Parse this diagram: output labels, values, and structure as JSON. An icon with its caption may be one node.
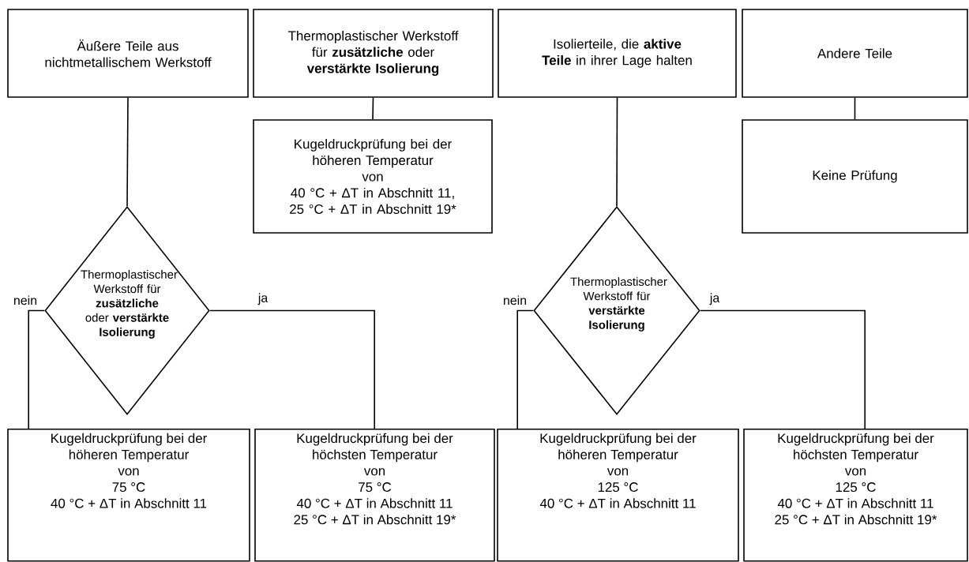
{
  "diagram": {
    "nodes": [
      {
        "text": [
          "Äußere Teile aus nichtmetallischem Werkstoff"
        ]
      },
      {
        "text": [
          "Thermoplastischer Werkstoff für **zusätzliche** oder **verstärkte Isolierung**"
        ]
      },
      {
        "text": [
          "Isolierteile, die **aktive Teile** in ihrer Lage halten"
        ]
      },
      {
        "text": [
          "Andere Teile"
        ]
      },
      {
        "text": [
          "Kugeldruckprüfung bei der höheren Temperatur",
          "von",
          "40 °C + ΔT in Abschnitt 11,",
          "25 °C + ΔT in Abschnitt 19*"
        ]
      },
      {
        "text": [
          "Keine Prüfung"
        ]
      },
      {
        "text": [
          "Thermoplastischer Werkstoff für **zusätzliche** oder **verstärkte Isolierung**"
        ]
      },
      {
        "text": [
          "Thermoplastischer Werkstoff für **verstärkte Isolierung**"
        ]
      },
      {
        "text": [
          "Kugeldruckprüfung bei der höheren Temperatur",
          "von",
          "75 °C",
          "40 °C + ΔT in Abschnitt 11"
        ]
      },
      {
        "text": [
          "Kugeldruckprüfung bei der höchsten Temperatur",
          "von",
          "75 °C",
          "40 °C + ΔT in Abschnitt 11",
          "25 °C + ΔT in Abschnitt 19*"
        ]
      },
      {
        "text": [
          "Kugeldruckprüfung bei der höheren Temperatur",
          "von",
          "125 °C",
          "40 °C + ΔT in Abschnitt 11"
        ]
      },
      {
        "text": [
          "Kugeldruckprüfung bei der höchsten Temperatur",
          "von",
          "125 °C",
          "40 °C + ΔT in Abschnitt 11",
          "25 °C + ΔT in Abschnitt 19*"
        ]
      }
    ],
    "edges": [
      {
        "from": 0,
        "to": 6,
        "arrow": "none"
      },
      {
        "from": 1,
        "to": 4,
        "arrow": "none"
      },
      {
        "from": 3,
        "to": 5,
        "arrow": "none"
      },
      {
        "from": 2,
        "to": 7,
        "arrow": "none"
      },
      {
        "from": 6,
        "to": 8,
        "arrow": "none",
        "label": "nein"
      },
      {
        "from": 6,
        "to": 9,
        "arrow": "none",
        "label": "ja"
      },
      {
        "from": 7,
        "to": 10,
        "arrow": "none",
        "label": "nein"
      },
      {
        "from": 7,
        "to": 11,
        "arrow": "none",
        "label": "ja"
      }
    ]
  }
}
